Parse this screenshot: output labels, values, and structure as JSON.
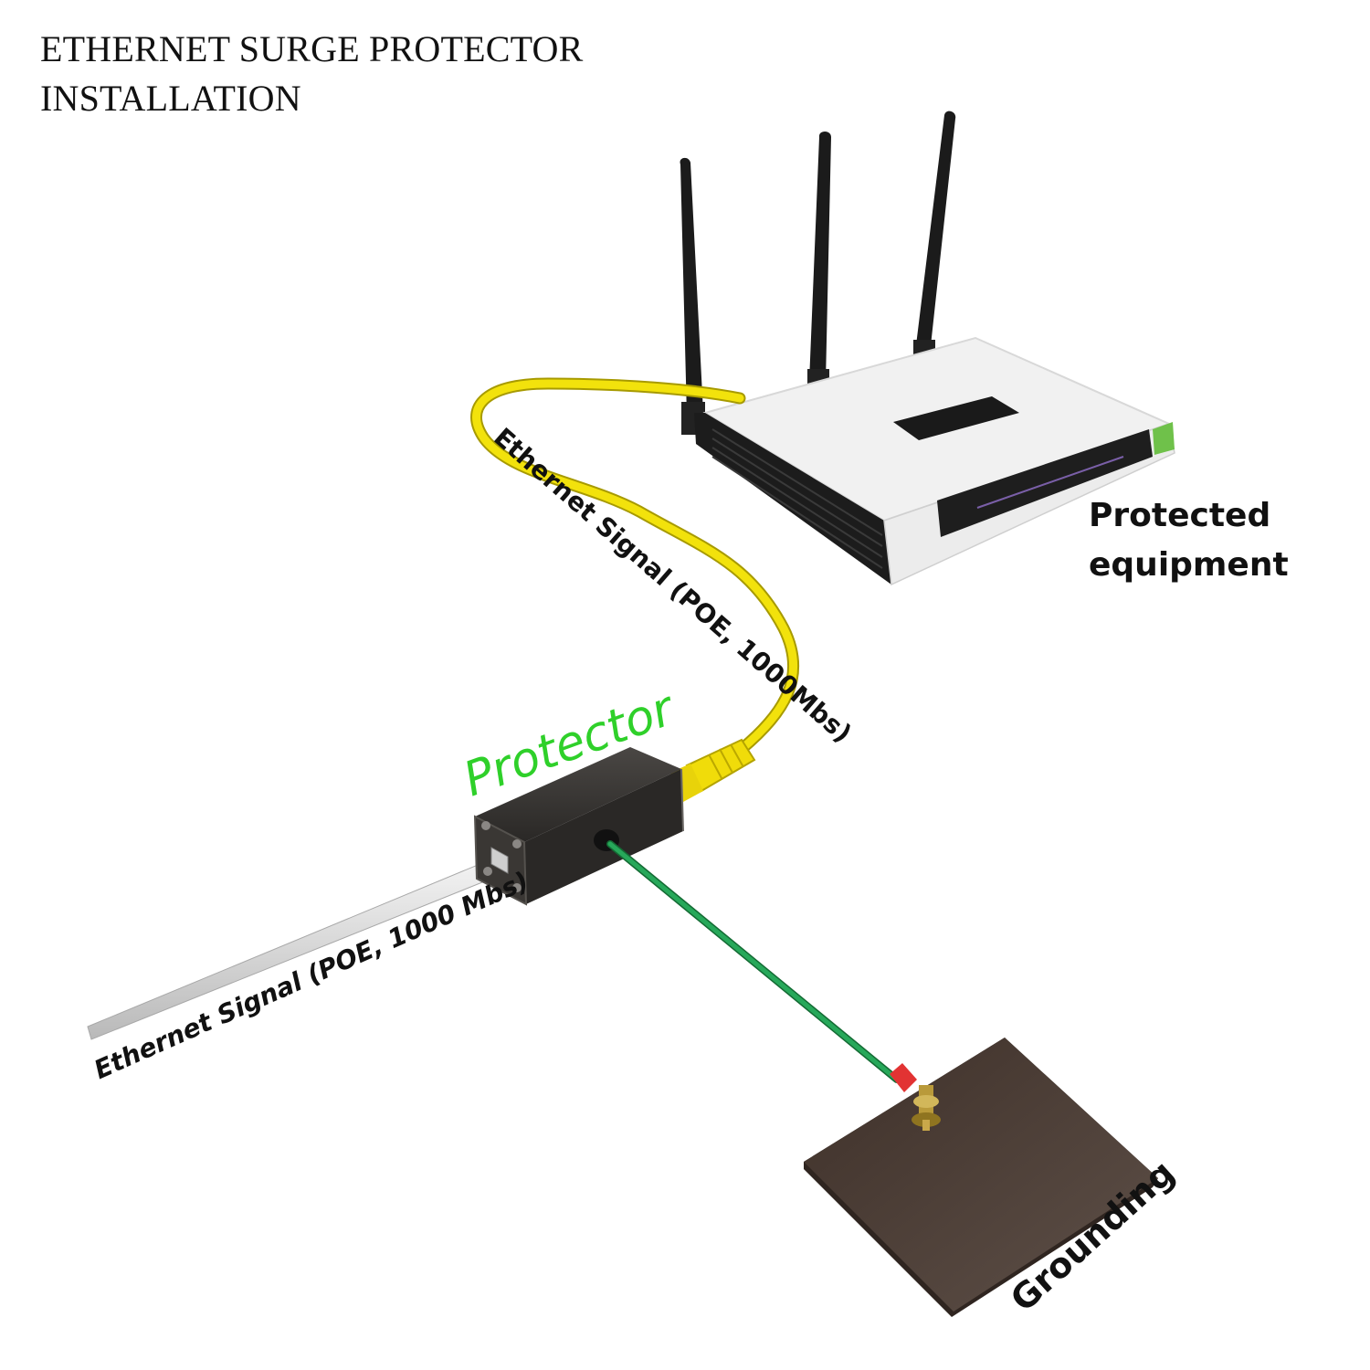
{
  "title": {
    "line1": "ETHERNET SURGE PROTECTOR",
    "line2": "INSTALLATION"
  },
  "labels": {
    "upper_signal": "Ethernet Signal (POE, 1000Mbs)",
    "lower_signal": "Ethernet Signal (POE, 1000 Mbs)",
    "protector": "Protector",
    "equipment_line1": "Protected",
    "equipment_line2": "equipment",
    "grounding": "Grounding"
  },
  "colors": {
    "protector_label": "#2fd02a",
    "cable_yellow": "#f2e20c",
    "ground_wire": "#1f9a4a",
    "router_body": "#f3f3f3",
    "router_dark": "#1a1a1a",
    "protector_body": "#2c2a28",
    "ground_plate": "#4a3b33"
  }
}
